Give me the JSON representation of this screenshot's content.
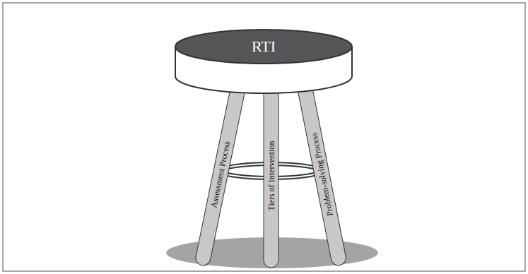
{
  "diagram": {
    "nodes": [
      {
        "text": [
          "RTI"
        ]
      },
      {
        "text": [
          "Assessment Process"
        ]
      },
      {
        "text": [
          "Tiers of Intervention"
        ]
      },
      {
        "text": [
          "Problem-solving Process"
        ]
      }
    ]
  }
}
